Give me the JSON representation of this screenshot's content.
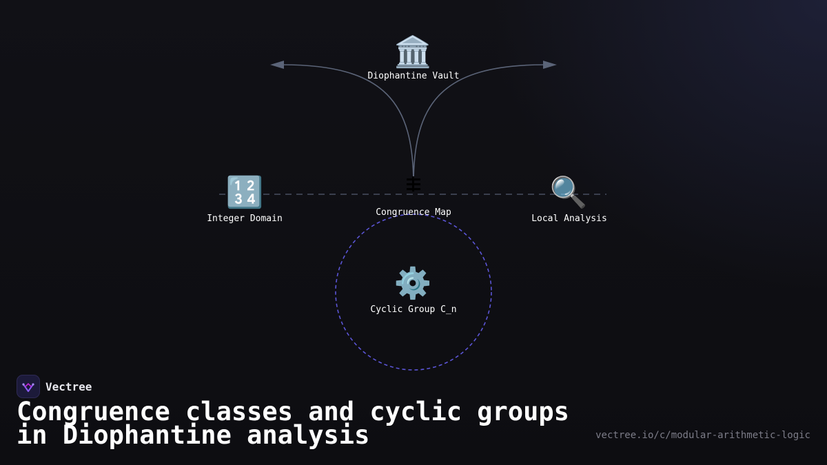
{
  "diagram": {
    "nodes": {
      "vault": {
        "icon": "🏛️",
        "icon_name": "classical-building-icon",
        "label": "Diophantine Vault"
      },
      "integer": {
        "icon": "🔢",
        "icon_name": "input-numbers-icon",
        "label": "Integer Domain"
      },
      "congruence": {
        "icon": "≡",
        "icon_name": "congruence-symbol-icon",
        "label": "Congruence Map"
      },
      "local": {
        "icon": "🔍",
        "icon_name": "magnifying-glass-icon",
        "label": "Local Analysis"
      },
      "cyclic": {
        "icon": "⚙️",
        "icon_name": "gear-icon",
        "label": "Cyclic Group C_n"
      }
    },
    "colors": {
      "curve": "#5b6478",
      "dashed_axis": "#3a3f4e",
      "ring": "#5b55d6"
    }
  },
  "brand": {
    "name": "Vectree",
    "logo_icon": "vectree-logo-icon"
  },
  "headline": {
    "line1": "Congruence classes and cyclic groups",
    "line2": "in Diophantine analysis"
  },
  "url": "vectree.io/c/modular-arithmetic-logic"
}
